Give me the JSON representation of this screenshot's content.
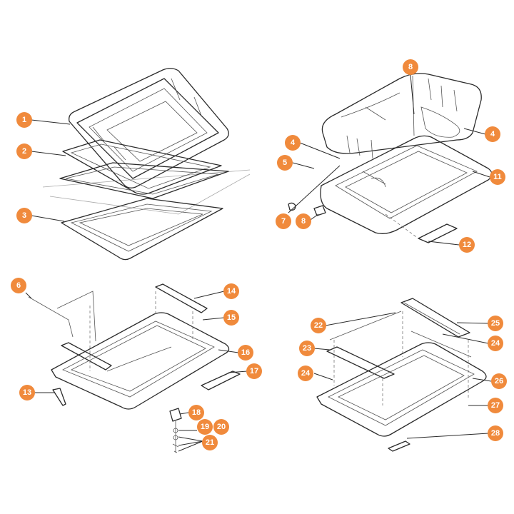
{
  "colors": {
    "marker": "#f08a3c",
    "marker_text": "#ffffff",
    "line": "#2b2b2b",
    "background": "#ffffff"
  },
  "markers": [
    {
      "id": "m1",
      "label": "1"
    },
    {
      "id": "m2",
      "label": "2"
    },
    {
      "id": "m3",
      "label": "3"
    },
    {
      "id": "m8a",
      "label": "8"
    },
    {
      "id": "m4a",
      "label": "4"
    },
    {
      "id": "m4b",
      "label": "4"
    },
    {
      "id": "m5",
      "label": "5"
    },
    {
      "id": "m11",
      "label": "11"
    },
    {
      "id": "m7",
      "label": "7"
    },
    {
      "id": "m8b",
      "label": "8"
    },
    {
      "id": "m12",
      "label": "12"
    },
    {
      "id": "m6",
      "label": "6"
    },
    {
      "id": "m14",
      "label": "14"
    },
    {
      "id": "m15",
      "label": "15"
    },
    {
      "id": "m16",
      "label": "16"
    },
    {
      "id": "m17",
      "label": "17"
    },
    {
      "id": "m13",
      "label": "13"
    },
    {
      "id": "m18",
      "label": "18"
    },
    {
      "id": "m19",
      "label": "19"
    },
    {
      "id": "m20",
      "label": "20"
    },
    {
      "id": "m21",
      "label": "21"
    },
    {
      "id": "m22",
      "label": "22"
    },
    {
      "id": "m25",
      "label": "25"
    },
    {
      "id": "m23",
      "label": "23"
    },
    {
      "id": "m24a",
      "label": "24"
    },
    {
      "id": "m24b",
      "label": "24"
    },
    {
      "id": "m26",
      "label": "26"
    },
    {
      "id": "m27",
      "label": "27"
    },
    {
      "id": "m28",
      "label": "28"
    }
  ]
}
